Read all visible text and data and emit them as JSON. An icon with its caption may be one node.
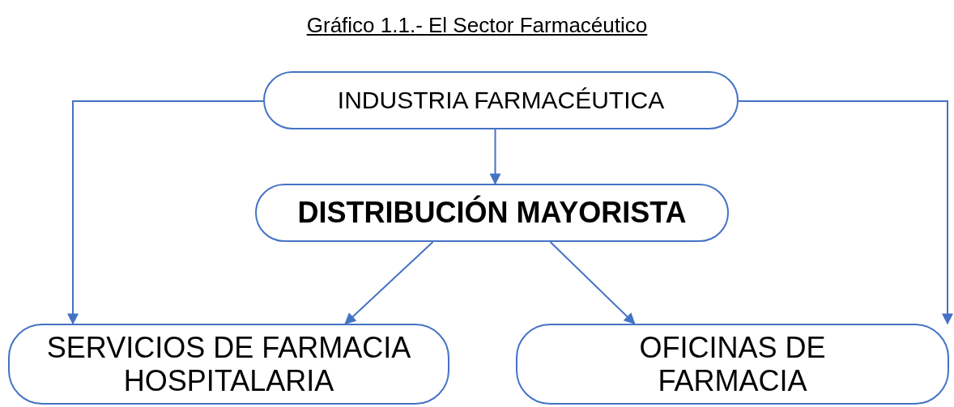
{
  "diagram": {
    "title": "Gráfico 1.1.- El Sector Farmacéutico",
    "nodes": [
      {
        "text": [
          "INDUSTRIA FARMACÉUTICA"
        ]
      },
      {
        "text": [
          "DISTRIBUCIÓN MAYORISTA"
        ]
      },
      {
        "text": [
          "SERVICIOS DE FARMACIA HOSPITALARIA"
        ]
      },
      {
        "text": [
          "OFICINAS DE FARMACIA"
        ]
      }
    ],
    "edges": [
      {
        "from": 0,
        "to": 1,
        "arrow": "to"
      },
      {
        "from": 0,
        "to": 2,
        "arrow": "to"
      },
      {
        "from": 0,
        "to": 3,
        "arrow": "to"
      },
      {
        "from": 1,
        "to": 2,
        "arrow": "to"
      },
      {
        "from": 1,
        "to": 3,
        "arrow": "to"
      }
    ]
  }
}
